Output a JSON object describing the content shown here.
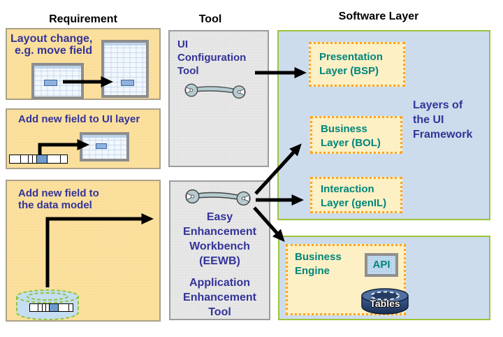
{
  "colors": {
    "navy": "#333399",
    "teal": "#00857C",
    "orange": "#FFA41E",
    "green": "#9CC43B",
    "yellow-fill": "#FBE09E",
    "cream-fill": "#FCF0C4",
    "blue-fill": "#CDDCEC",
    "gray-fill": "#E7E7E7",
    "arrow": "#000000"
  },
  "headers": {
    "requirement": "Requirement",
    "tool": "Tool",
    "software_layer": "Software Layer"
  },
  "requirement_boxes": {
    "layout_change": {
      "line1": "Layout change,",
      "line2": "e.g. move field"
    },
    "add_ui_field": {
      "label": "Add new field to UI layer"
    },
    "add_data_field": {
      "line1": "Add new field to",
      "line2": "the data model"
    }
  },
  "tool_boxes": {
    "ui_config": {
      "lines": [
        "UI",
        "Configuration",
        "Tool"
      ]
    },
    "eewb": {
      "lines": [
        "Easy",
        "Enhancement",
        "Workbench",
        "(EEWB)"
      ]
    },
    "aet": {
      "lines": [
        "Application",
        "Enhancement",
        "Tool"
      ]
    }
  },
  "software_boxes": {
    "presentation": {
      "line1": "Presentation",
      "line2": "Layer (BSP)"
    },
    "business_layer": {
      "line1": "Business",
      "line2": "Layer (BOL)"
    },
    "interaction": {
      "line1": "Interaction",
      "line2": "Layer (genIL)"
    },
    "ui_framework_caption": {
      "line1": "Layers of",
      "line2": "the UI",
      "line3": "Framework"
    },
    "business_engine": {
      "line1": "Business",
      "line2": "Engine",
      "api_label": "API",
      "tables_label": "Tables"
    }
  }
}
